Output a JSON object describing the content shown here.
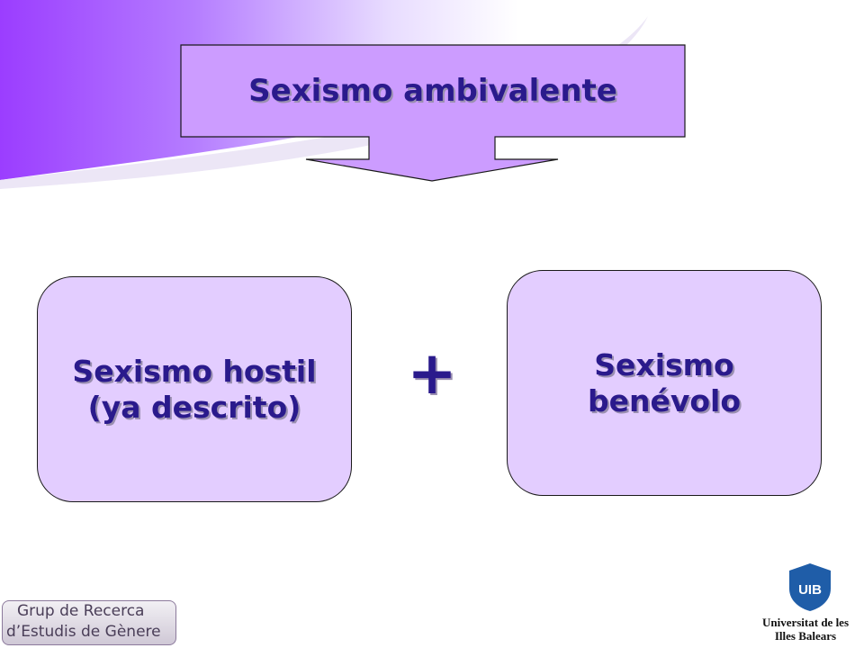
{
  "diagram": {
    "title": "Sexismo ambivalente",
    "left_box": {
      "line1": "Sexismo hostil",
      "line2": "(ya descrito)"
    },
    "operator": "+",
    "right_box": {
      "line1": "Sexismo",
      "line2": "benévolo"
    }
  },
  "logos": {
    "grup": {
      "line1": "Grup de Recerca",
      "line2": "d’Estudis de Gènere"
    },
    "uib": {
      "shield_text": "UIB",
      "line1": "Universitat de les",
      "line2": "Illes Balears"
    }
  },
  "colors": {
    "box_fill": "#e3cdff",
    "title_fill": "#cc9cff",
    "text": "#2a1a8c",
    "swoosh": "#9b3dff",
    "uib_blue": "#1f5da8"
  }
}
